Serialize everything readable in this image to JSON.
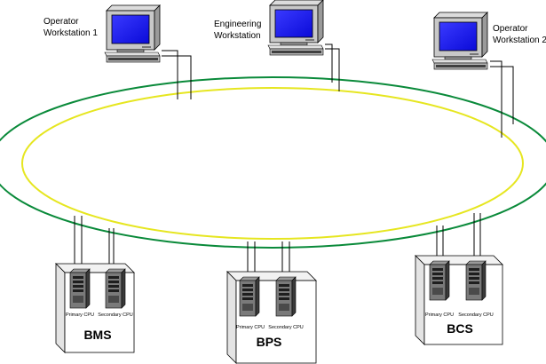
{
  "workstations": [
    {
      "id": "ows1",
      "line1": "Operator",
      "line2": "Workstation 1"
    },
    {
      "id": "ews",
      "line1": "Engineering",
      "line2": "Workstation"
    },
    {
      "id": "ows2",
      "line1": "Operator",
      "line2": "Workstation 2"
    }
  ],
  "controllers": [
    {
      "id": "bms",
      "name": "BMS",
      "primary_label": "Primary CPU",
      "secondary_label": "Secondary CPU"
    },
    {
      "id": "bps",
      "name": "BPS",
      "primary_label": "Primary CPU",
      "secondary_label": "Secondary CPU"
    },
    {
      "id": "bcs",
      "name": "BCS",
      "primary_label": "Primary CPU",
      "secondary_label": "Secondary CPU"
    }
  ],
  "colors": {
    "outer_ring": "#0a8a3a",
    "inner_ring": "#e6e620",
    "screen": "#1515ee",
    "cable": "#000000"
  }
}
